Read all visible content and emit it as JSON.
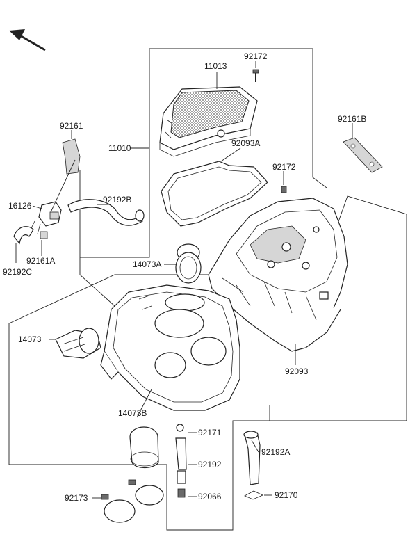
{
  "labels": {
    "p11013": "11013",
    "p92172_top": "92172",
    "p92161": "92161",
    "p92161B": "92161B",
    "p11010": "11010",
    "p92093A": "92093A",
    "p92172_mid": "92172",
    "p92192B": "92192B",
    "p16126": "16126",
    "p92161A": "92161A",
    "p92192C": "92192C",
    "p14073A": "14073A",
    "p14073": "14073",
    "p92093": "92093",
    "p14073B": "14073B",
    "p92171": "92171",
    "p92192A": "92192A",
    "p92192": "92192",
    "p92173": "92173",
    "p92066": "92066",
    "p92170": "92170"
  },
  "icons": {
    "direction_arrow": "front-direction-arrow"
  }
}
